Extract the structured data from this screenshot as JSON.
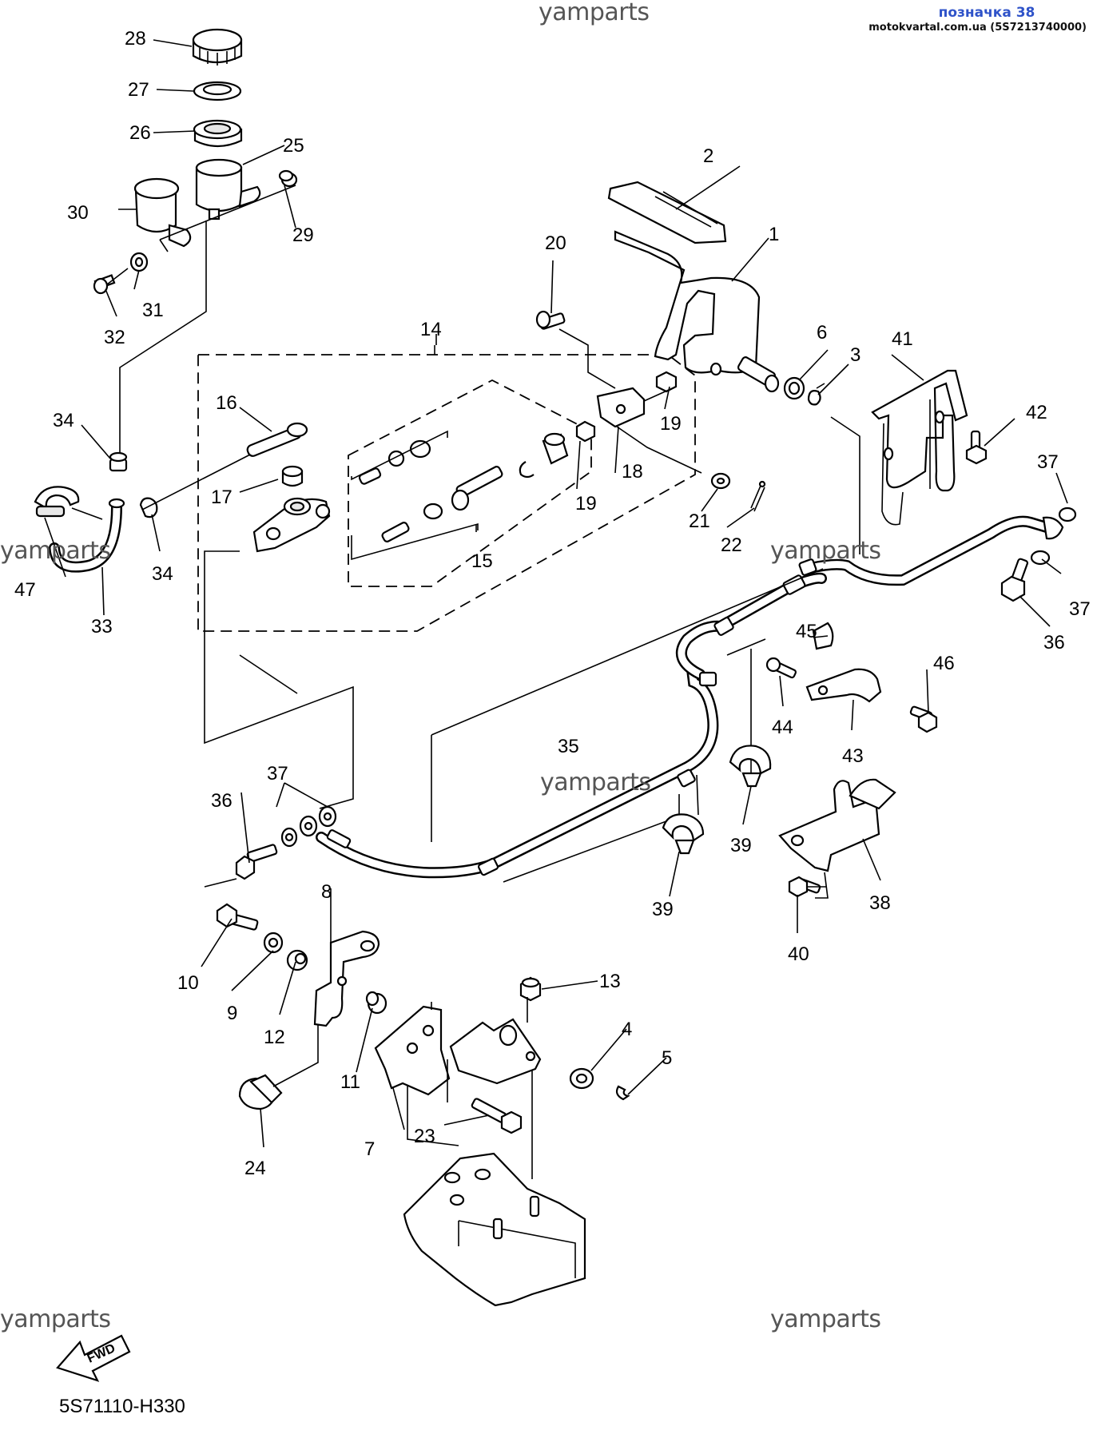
{
  "header": {
    "link_label": "позначка 38",
    "site_label": "motokvartal.com.ua (5S7213740000)"
  },
  "watermarks": [
    "yamparts",
    "yamparts",
    "yamparts",
    "yamparts",
    "yamparts",
    "yamparts"
  ],
  "fwd_label": "FWD",
  "diagram_code": "5S71110-H330",
  "callouts": [
    "1",
    "2",
    "3",
    "4",
    "5",
    "6",
    "7",
    "8",
    "9",
    "10",
    "11",
    "12",
    "13",
    "14",
    "15",
    "16",
    "17",
    "18",
    "19",
    "19",
    "20",
    "21",
    "22",
    "23",
    "24",
    "25",
    "26",
    "27",
    "28",
    "29",
    "30",
    "31",
    "32",
    "33",
    "34",
    "34",
    "35",
    "36",
    "36",
    "37",
    "37",
    "37",
    "38",
    "39",
    "39",
    "40",
    "41",
    "42",
    "43",
    "44",
    "45",
    "46",
    "47"
  ]
}
